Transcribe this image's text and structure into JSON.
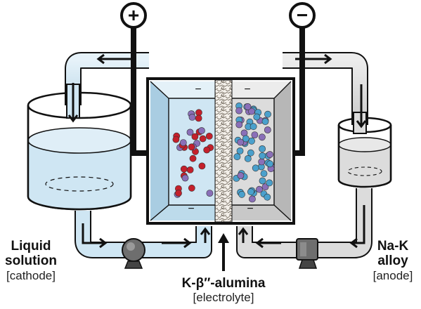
{
  "terminals": {
    "positive": "+",
    "negative": "−"
  },
  "electrode_signs": {
    "cathode": "−",
    "anode": "−"
  },
  "labels": {
    "cathode": {
      "name": "Liquid solution",
      "name_line1": "Liquid",
      "name_line2": "solution",
      "role": "[cathode]"
    },
    "electrolyte": {
      "name": "K-β″-alumina",
      "role": "[electrolyte]"
    },
    "anode": {
      "name": "Na-K alloy",
      "name_line1": "Na-K",
      "name_line2": "alloy",
      "role": "[anode]"
    }
  },
  "colors": {
    "cathode_fluid": "#cfe6f3",
    "anode_fluid": "#dcdcdc",
    "outline": "#111111",
    "red_ion": "#c4202b",
    "purple_ion": "#8a6fb8",
    "blue_ion": "#4aa0cc"
  },
  "particles": {
    "cathode_side": "red and purple ions",
    "anode_side": "purple and blue ions"
  }
}
